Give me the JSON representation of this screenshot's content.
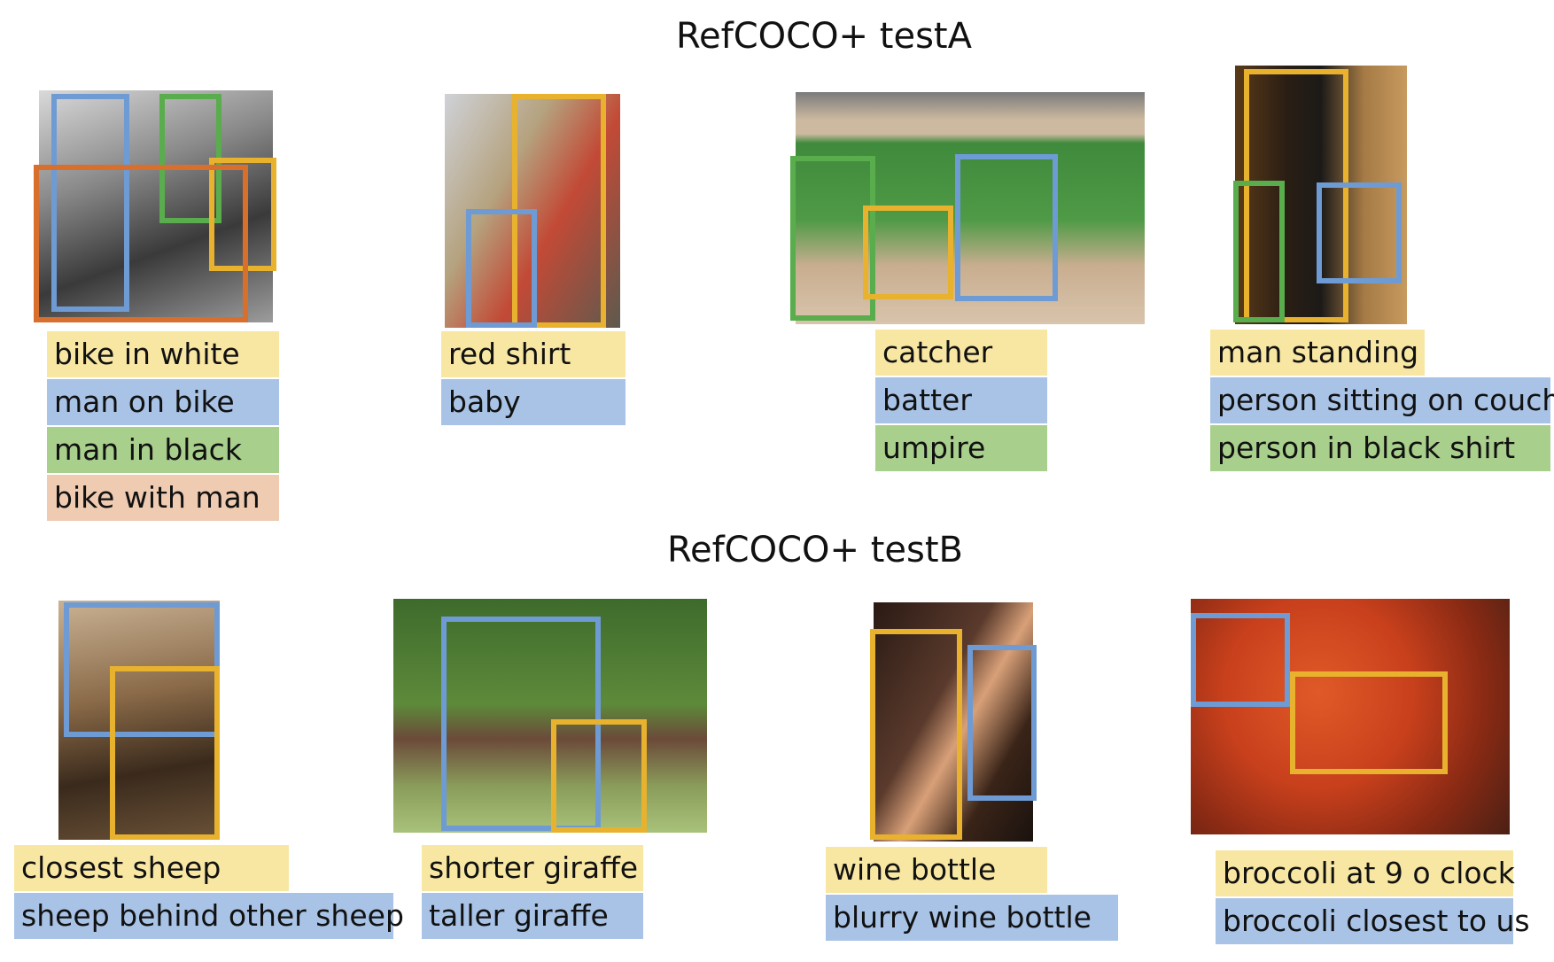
{
  "testA": {
    "title": "RefCOCO+ testA",
    "panels": [
      {
        "labels": [
          "bike in white",
          "man on bike",
          "man in black",
          "bike with man"
        ]
      },
      {
        "labels": [
          "red shirt",
          "baby"
        ]
      },
      {
        "labels": [
          "catcher",
          "batter",
          "umpire"
        ]
      },
      {
        "labels": [
          "man standing",
          "person sitting on couch",
          "person in black shirt"
        ]
      }
    ]
  },
  "testB": {
    "title": "RefCOCO+ testB",
    "panels": [
      {
        "labels": [
          "closest sheep",
          "sheep behind other sheep"
        ]
      },
      {
        "labels": [
          "shorter giraffe",
          "taller giraffe"
        ]
      },
      {
        "labels": [
          "wine bottle",
          "blurry wine bottle"
        ]
      },
      {
        "labels": [
          "broccoli at 9 o clock",
          "broccoli closest to us"
        ]
      }
    ]
  },
  "colors": {
    "yellow": "#e8b22e",
    "blue": "#6e9bd4",
    "green": "#5aad4c",
    "orange": "#d86f2d"
  }
}
